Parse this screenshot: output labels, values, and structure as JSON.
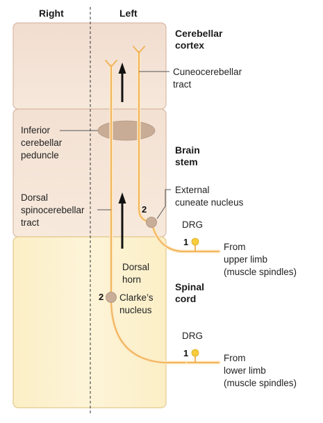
{
  "headers": {
    "right": "Right",
    "left": "Left"
  },
  "regions": {
    "cerebellar": [
      "Cerebellar",
      "cortex"
    ],
    "brainstem": [
      "Brain",
      "stem"
    ],
    "spinal": [
      "Spinal",
      "cord"
    ]
  },
  "labels": {
    "cuneocerebellar": [
      "Cuneocerebellar",
      "tract"
    ],
    "inferior_peduncle": [
      "Inferior",
      "cerebellar",
      "peduncle"
    ],
    "dorsal_spinocerebellar": [
      "Dorsal",
      "spinocerebellar",
      "tract"
    ],
    "external_cuneate": [
      "External",
      "cuneate nucleus"
    ],
    "dorsal_horn": [
      "Dorsal",
      "horn"
    ],
    "clarkes_nucleus": [
      "Clarke’s",
      "nucleus"
    ],
    "drg_upper": "DRG",
    "drg_lower": "DRG",
    "from_upper": [
      "From",
      "upper limb",
      "(muscle spindles)"
    ],
    "from_lower": [
      "From",
      "lower limb",
      "(muscle spindles)"
    ]
  },
  "numbers": {
    "second_order_upper": "2",
    "second_order_lower": "2",
    "first_order_upper": "1",
    "first_order_lower": "1"
  },
  "colors": {
    "cerebellum_fill": "#f3e3d5",
    "brainstem_fill": "#f5e6d8",
    "spinal_fill": "#fcf0cc",
    "tract": "#f2b660",
    "nucleus": "#c8ad98",
    "drg": "#f7cd3c"
  }
}
